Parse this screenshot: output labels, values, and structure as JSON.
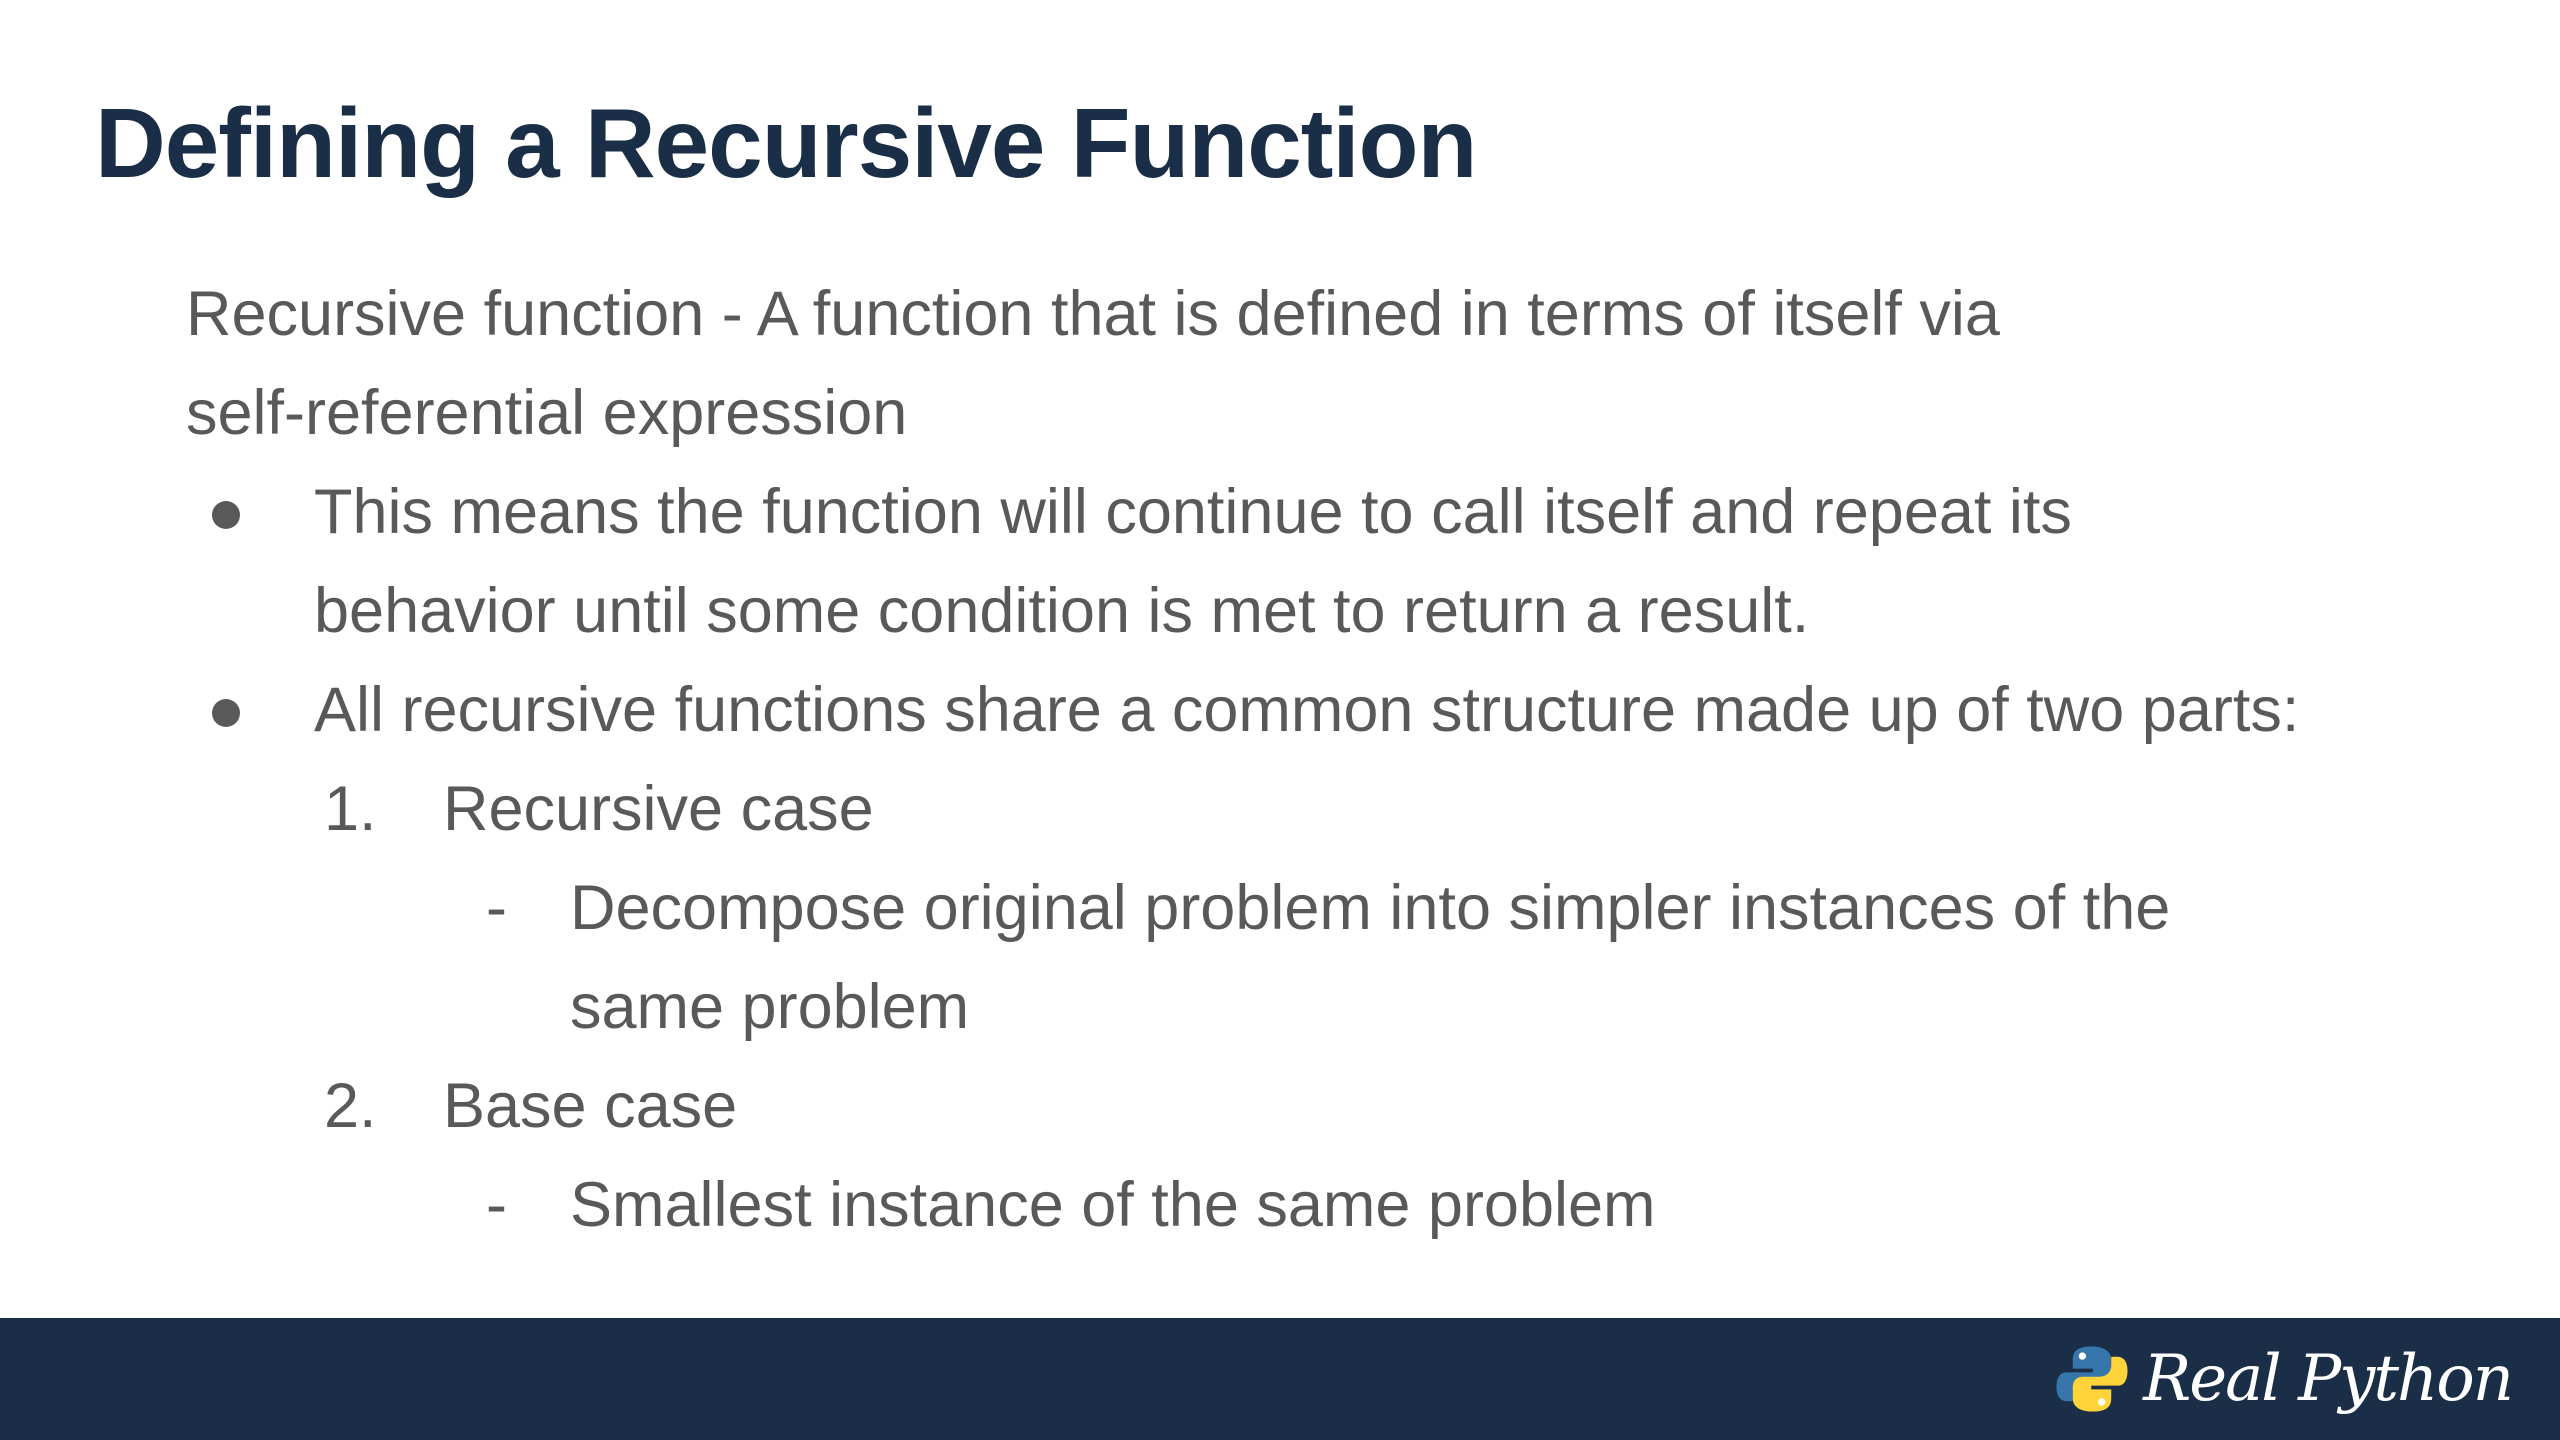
{
  "slide": {
    "title": "Defining a Recursive Function",
    "intro": [
      "Recursive function - A function that is defined in terms of itself via",
      "self-referential expression"
    ],
    "bullets": [
      {
        "lines": [
          "This means the function will continue to call itself and repeat its",
          "behavior until some condition is met to return a result."
        ]
      },
      {
        "lines": [
          "All recursive functions share a common structure made up of two parts:"
        ]
      }
    ],
    "parts": [
      {
        "number": "1.",
        "label": "Recursive case",
        "dash": "-",
        "detail": [
          "Decompose original problem into simpler instances of the",
          "same problem"
        ]
      },
      {
        "number": "2.",
        "label": "Base case",
        "dash": "-",
        "detail": [
          "Smallest instance of the same problem"
        ]
      }
    ]
  },
  "footer": {
    "logo_text": "Real Python",
    "logo_icon": "python-logo-icon",
    "background_color": "#1a2f47"
  },
  "colors": {
    "title": "#1a2f47",
    "body_text": "#595959",
    "python_blue": "#3776ab",
    "python_yellow": "#ffd43b"
  }
}
